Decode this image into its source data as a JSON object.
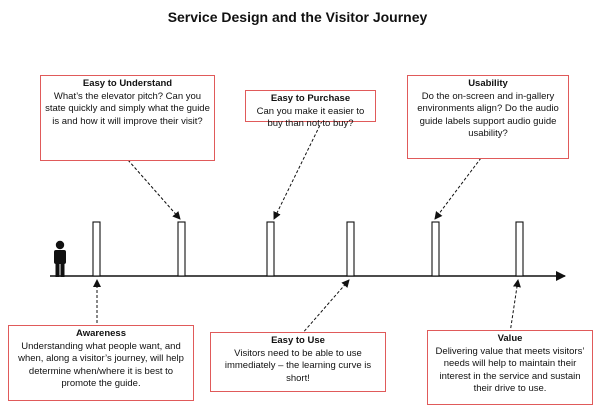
{
  "title": "Service Design and the Visitor Journey",
  "boxes": {
    "easy_to_understand": {
      "heading": "Easy to Understand",
      "body": "What’s the elevator pitch? Can you state quickly and simply what the guide is and how it will improve their visit?"
    },
    "easy_to_purchase": {
      "heading": "Easy to Purchase",
      "body": "Can you make it easier to buy than not to buy?"
    },
    "usability": {
      "heading": "Usability",
      "body": "Do the on-screen and in-gallery environments align? Do the audio guide labels support audio guide usability?"
    },
    "awareness": {
      "heading": "Awareness",
      "body": "Understanding what people want, and when, along a visitor’s journey,  will help determine when/where it is best to promote the guide."
    },
    "easy_to_use": {
      "heading": "Easy to Use",
      "body": "Visitors need to be able to use immediately – the learning curve is short!"
    },
    "value": {
      "heading": "Value",
      "body": "Delivering value that meets visitors’ needs will help to maintain their interest in the service and sustain their drive to use."
    }
  },
  "colors": {
    "box_border": "#e05a5a",
    "line": "#111111"
  },
  "icons": [
    "person-icon"
  ]
}
